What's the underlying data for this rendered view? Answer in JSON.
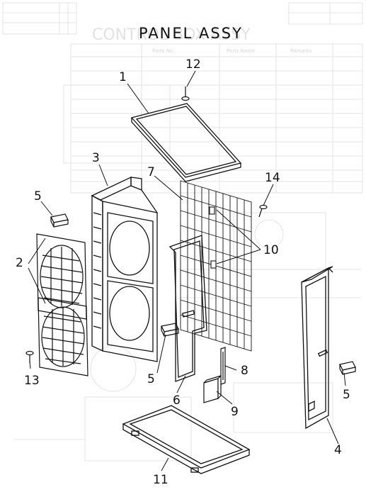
{
  "title": "PANEL ASSY",
  "colors": {
    "ink": "#111111",
    "ghost": "#d2d2d2",
    "paper": "#ffffff"
  },
  "callouts": [
    {
      "id": "c1",
      "label": "1"
    },
    {
      "id": "c2",
      "label": "2"
    },
    {
      "id": "c3",
      "label": "3"
    },
    {
      "id": "c4",
      "label": "4"
    },
    {
      "id": "c5a",
      "label": "5"
    },
    {
      "id": "c5b",
      "label": "5"
    },
    {
      "id": "c5c",
      "label": "5"
    },
    {
      "id": "c6",
      "label": "6"
    },
    {
      "id": "c7",
      "label": "7"
    },
    {
      "id": "c8",
      "label": "8"
    },
    {
      "id": "c9",
      "label": "9"
    },
    {
      "id": "c10",
      "label": "10"
    },
    {
      "id": "c11",
      "label": "11"
    },
    {
      "id": "c12",
      "label": "12"
    },
    {
      "id": "c13",
      "label": "13"
    },
    {
      "id": "c14",
      "label": "14"
    }
  ],
  "bleed_through": {
    "heading": "CONTROL BOX ASSY",
    "columns": [
      "Parts No.",
      "Parts Name",
      "Remarks"
    ]
  }
}
